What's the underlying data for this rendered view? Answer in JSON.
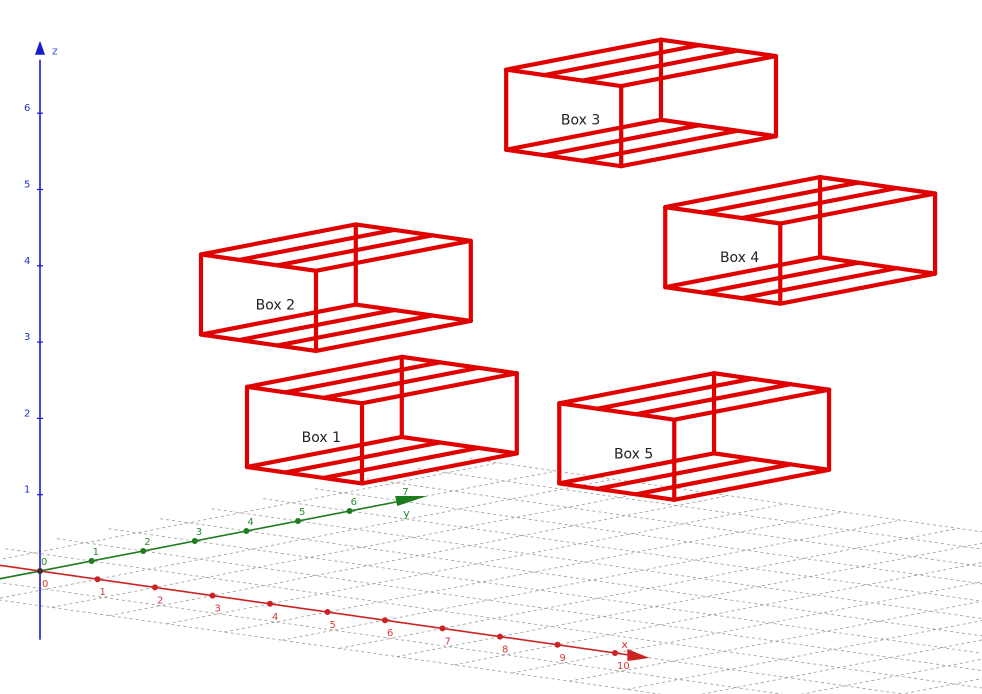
{
  "axes": {
    "x": {
      "label": "x",
      "color": "#cc2222",
      "ticks": [
        "0",
        "1",
        "2",
        "3",
        "4",
        "5",
        "6",
        "7",
        "8",
        "9",
        "10"
      ]
    },
    "y": {
      "label": "y",
      "color": "#1e7b1e",
      "ticks": [
        "1",
        "2",
        "3",
        "4",
        "5",
        "6",
        "7"
      ]
    },
    "z": {
      "label": "z",
      "color": "#1a1acc",
      "ticks": [
        "1",
        "2",
        "3",
        "4",
        "5",
        "6"
      ]
    }
  },
  "origin_label": "0",
  "box_color": "#e00000",
  "grid_color": "#9a9a9a",
  "boxes": [
    {
      "id": "box-1",
      "label": "Box 1"
    },
    {
      "id": "box-2",
      "label": "Box 2"
    },
    {
      "id": "box-3",
      "label": "Box 3"
    },
    {
      "id": "box-4",
      "label": "Box 4"
    },
    {
      "id": "box-5",
      "label": "Box 5"
    }
  ]
}
